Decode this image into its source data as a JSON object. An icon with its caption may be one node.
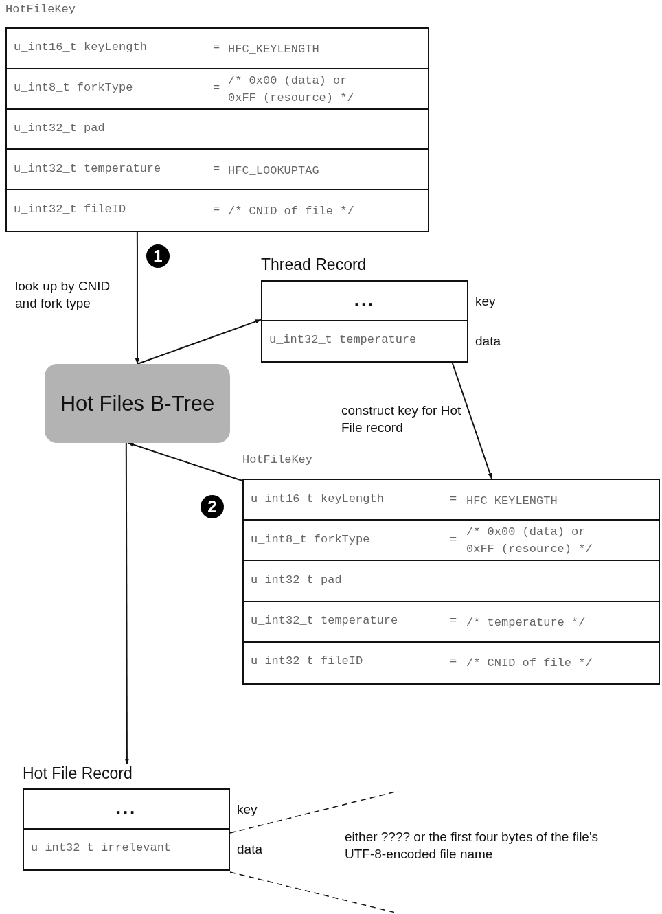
{
  "diagram": {
    "nodes": [
      {
        "text": [
          "HotFileKey"
        ]
      },
      {
        "text": [
          "u_int16_t keyLength",
          "=",
          "HFC_KEYLENGTH"
        ],
        "in": 0
      },
      {
        "text": [
          "u_int8_t forkType",
          "=",
          "/* 0x00 (data) or 0xFF (resource) */"
        ],
        "in": 0
      },
      {
        "text": [
          "u_int32_t pad"
        ],
        "in": 0
      },
      {
        "text": [
          "u_int32_t temperature",
          "=",
          "HFC_LOOKUPTAG"
        ],
        "in": 0
      },
      {
        "text": [
          "u_int32_t fileID",
          "=",
          "/* CNID of file */"
        ],
        "in": 0
      },
      {
        "text": [
          "Hot Files B-Tree"
        ]
      },
      {
        "text": [
          "Thread Record"
        ]
      },
      {
        "text": [
          "..."
        ],
        "in": 7
      },
      {
        "text": [
          "u_int32_t temperature"
        ],
        "in": 7
      },
      {
        "text": [
          "HotFileKey"
        ]
      },
      {
        "text": [
          "u_int16_t keyLength",
          "=",
          "HFC_KEYLENGTH"
        ],
        "in": 10
      },
      {
        "text": [
          "u_int8_t forkType",
          "=",
          "/* 0x00 (data) or 0xFF (resource) */"
        ],
        "in": 10
      },
      {
        "text": [
          "u_int32_t pad"
        ],
        "in": 10
      },
      {
        "text": [
          "u_int32_t temperature",
          "=",
          "/* temperature */"
        ],
        "in": 10
      },
      {
        "text": [
          "u_int32_t fileID",
          "=",
          "/* CNID of file */"
        ],
        "in": 10
      },
      {
        "text": [
          "Hot File Record"
        ]
      },
      {
        "text": [
          "..."
        ],
        "in": 16
      },
      {
        "text": [
          "u_int32_t irrelevant"
        ],
        "in": 16
      }
    ],
    "edges": [
      {
        "from": 0,
        "to": 6,
        "arrow": "to",
        "label": "look up by CNID and fork type"
      },
      {
        "from": 6,
        "to": 7,
        "arrow": "to"
      },
      {
        "from": 9,
        "to": 10,
        "arrow": "to",
        "label": "construct key for Hot File record"
      },
      {
        "from": 10,
        "to": 6,
        "arrow": "to"
      },
      {
        "from": 6,
        "to": 16,
        "arrow": "to"
      }
    ],
    "labels": [
      "1",
      "key",
      "data",
      "2",
      "key",
      "data",
      "either ???? or the first four bytes of the file's UTF-8-encoded file name"
    ]
  }
}
